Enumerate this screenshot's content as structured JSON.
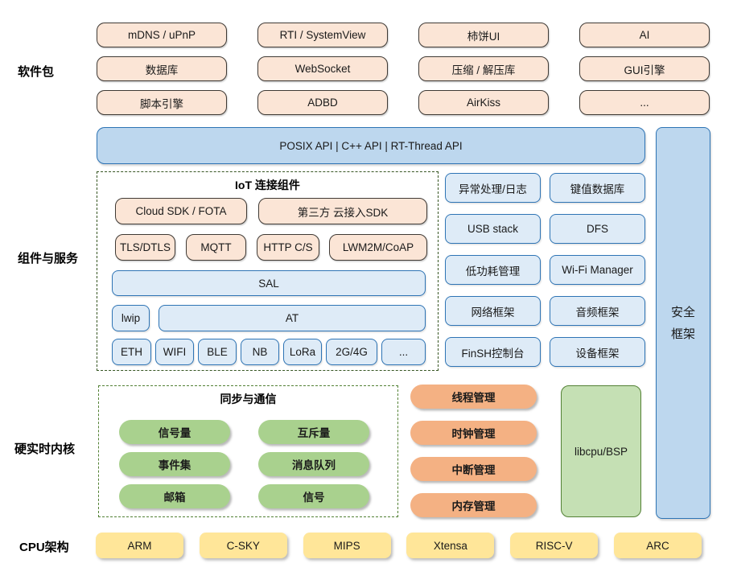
{
  "sidebar": {
    "software_packages": "软件包",
    "components_services": "组件与服务",
    "realtime_kernel": "硬实时内核",
    "cpu_arch": "CPU架构"
  },
  "packages": {
    "items": [
      "mDNS / uPnP",
      "RTI / SystemView",
      "柿饼UI",
      "AI",
      "数据库",
      "WebSocket",
      "压缩 / 解压库",
      "GUI引擎",
      "脚本引擎",
      "ADBD",
      "AirKiss",
      "..."
    ]
  },
  "api_bar": {
    "label": "POSIX API  |  C++ API  |  RT-Thread API"
  },
  "security": {
    "lines": [
      "安全",
      "框架"
    ]
  },
  "iot": {
    "title": "IoT 连接组件",
    "sdk_row": [
      "Cloud SDK / FOTA",
      "第三方 云接入SDK"
    ],
    "protocol_row": [
      "TLS/DTLS",
      "MQTT",
      "HTTP C/S",
      "LWM2M/CoAP"
    ],
    "sal": "SAL",
    "lwip": "lwip",
    "at": "AT",
    "links": [
      "ETH",
      "WIFI",
      "BLE",
      "NB",
      "LoRa",
      "2G/4G",
      "..."
    ]
  },
  "services": [
    "异常处理/日志",
    "键值数据库",
    "USB stack",
    "DFS",
    "低功耗管理",
    "Wi-Fi Manager",
    "网络框架",
    "音频框架",
    "FinSH控制台",
    "设备框架"
  ],
  "sync": {
    "title": "同步与通信",
    "items": [
      "信号量",
      "互斥量",
      "事件集",
      "消息队列",
      "邮箱",
      "信号"
    ]
  },
  "kernel": {
    "items": [
      "线程管理",
      "时钟管理",
      "中断管理",
      "内存管理"
    ],
    "libcpu": "libcpu/BSP"
  },
  "cpu": {
    "items": [
      "ARM",
      "C-SKY",
      "MIPS",
      "Xtensa",
      "RISC-V",
      "ARC"
    ]
  },
  "colors": {
    "peach_fill": "#FBE5D6",
    "dark_border": "#3F3A35",
    "light_blue_fill": "#DEEBF7",
    "mid_blue_fill": "#BDD7EE",
    "blue_border": "#2E74B5",
    "green_fill": "#A9D18E",
    "green_light_fill": "#C5E0B4",
    "green_border": "#538135",
    "dash_dark_green": "#375623",
    "orange_fill": "#F4B183",
    "yellow_fill": "#FFE699"
  }
}
